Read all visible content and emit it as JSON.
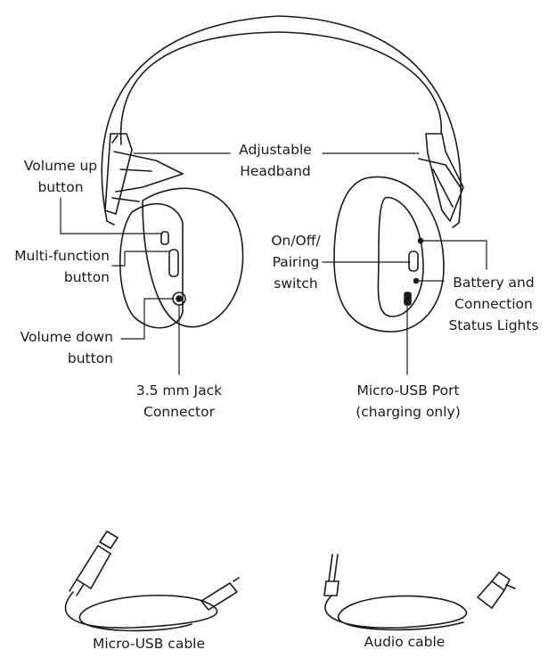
{
  "labels": {
    "adjustable_headband": [
      "Adjustable",
      "Headband"
    ],
    "volume_up_button": [
      "Volume up",
      "button"
    ],
    "multi_function_button": [
      "Multi-function",
      "button"
    ],
    "volume_down_button": [
      "Volume down",
      "button"
    ],
    "jack_connector": [
      "3.5 mm Jack",
      "Connector"
    ],
    "on_off_pairing_switch": [
      "On/Off/",
      "Pairing",
      "switch"
    ],
    "battery_status_lights": [
      "Battery and",
      "Connection",
      "Status Lights"
    ],
    "micro_usb_port": [
      "Micro-USB Port",
      "(charging only)"
    ]
  },
  "accessories": {
    "micro_usb_cable": "Micro-USB cable",
    "audio_cable": "Audio cable"
  }
}
